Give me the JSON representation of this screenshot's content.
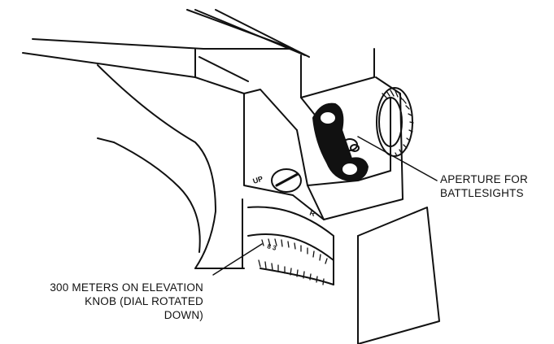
{
  "diagram": {
    "callouts": {
      "aperture": [
        "APERTURE FOR",
        "BATTLESIGHTS"
      ],
      "elevation": [
        "300 METERS ON ELEVATION",
        "KNOB (DIAL ROTATED",
        "DOWN)"
      ]
    },
    "markings": {
      "up": "UP",
      "windage": "R",
      "elevation_digits": "8 3"
    },
    "colors": {
      "ink": "#111111",
      "paper": "#ffffff"
    }
  }
}
